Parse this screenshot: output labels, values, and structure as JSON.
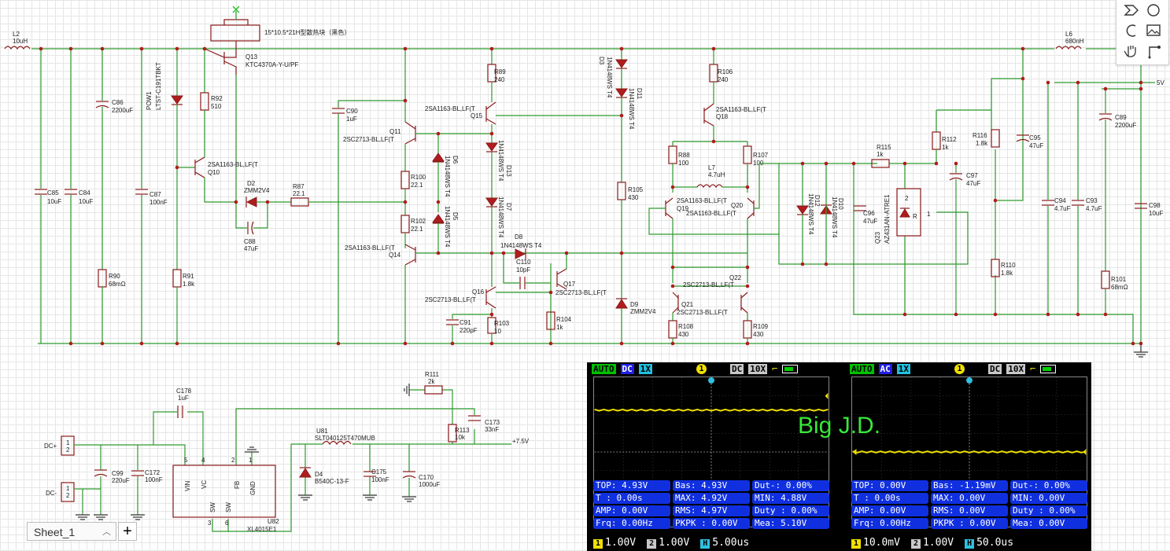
{
  "heatsink_label": "15*10.5*21H型散热块（黑色）",
  "top_components": {
    "L2": {
      "ref": "L2",
      "value": "10uH"
    },
    "L6": {
      "ref": "L6",
      "value": "680nH"
    },
    "Q13": {
      "ref": "Q13",
      "value": "KTC4370A-Y-U/PF"
    },
    "POW1": {
      "ref": "POW1",
      "value": "LTST-C191TBKT"
    },
    "C86": {
      "ref": "C86",
      "value": "2200uF"
    },
    "C85": {
      "ref": "C85",
      "value": "10uF"
    },
    "C84": {
      "ref": "C84",
      "value": "10uF"
    },
    "C87": {
      "ref": "C87",
      "value": "100nF"
    },
    "R92": {
      "ref": "R92",
      "value": "510"
    },
    "Q10": {
      "ref": "Q10",
      "value": "2SA1163-BL,LF(T"
    },
    "D2": {
      "ref": "D2",
      "value": "ZMM2V4"
    },
    "R87": {
      "ref": "R87",
      "value": "22.1"
    },
    "C88": {
      "ref": "C88",
      "value": "47uF"
    },
    "R90": {
      "ref": "R90",
      "value": "68mΩ"
    },
    "R91": {
      "ref": "R91",
      "value": "1.8k"
    },
    "C90": {
      "ref": "C90",
      "value": "1uF"
    },
    "Q11": {
      "ref": "Q11",
      "value": "2SC2713-BL,LF(T"
    },
    "R100": {
      "ref": "R100",
      "value": "22.1"
    },
    "R102": {
      "ref": "R102",
      "value": "22.1"
    },
    "Q14": {
      "ref": "Q14",
      "value": "2SA1163-BL,LF(T"
    },
    "D6": {
      "ref": "D6",
      "value": "1N4148WS T4"
    },
    "D5": {
      "ref": "D5",
      "value": "1N4148WS T4"
    },
    "R89": {
      "ref": "R89",
      "value": "240"
    },
    "Q15": {
      "ref": "Q15",
      "value": "2SA1163-BL,LF(T"
    },
    "D13": {
      "ref": "D13",
      "value": "1N4148WS T4"
    },
    "D7": {
      "ref": "D7",
      "value": "1N4148WS T4"
    },
    "D8": {
      "ref": "D8",
      "value": "1N4148WS T4"
    },
    "C110": {
      "ref": "C110",
      "value": "10pF"
    },
    "Q16": {
      "ref": "Q16",
      "value": "2SC2713-BL,LF(T"
    },
    "Q17": {
      "ref": "Q17",
      "value": "2SC2713-BL,LF(T"
    },
    "C91": {
      "ref": "C91",
      "value": "220pF"
    },
    "R103": {
      "ref": "R103",
      "value": "10"
    },
    "R104": {
      "ref": "R104",
      "value": "1k"
    },
    "D3": {
      "ref": "D3",
      "value": "1N4148WS T4"
    },
    "D11": {
      "ref": "D11",
      "value": "1N4148WS T4"
    },
    "R105": {
      "ref": "R105",
      "value": "430"
    },
    "D9": {
      "ref": "D9",
      "value": "ZMM2V4"
    },
    "R106": {
      "ref": "R106",
      "value": "240"
    },
    "Q18": {
      "ref": "Q18",
      "value": "2SA1163-BL,LF(T"
    },
    "R88": {
      "ref": "R88",
      "value": "100"
    },
    "R107": {
      "ref": "R107",
      "value": "100"
    },
    "L7": {
      "ref": "L7",
      "value": "4.7uH"
    },
    "Q19": {
      "ref": "Q19",
      "value": "2SA1163-BL,LF(T"
    },
    "Q20": {
      "ref": "Q20",
      "value": "2SA1163-BL,LF(T"
    },
    "Q21": {
      "ref": "Q21",
      "value": "2SC2713-BL,LF(T"
    },
    "Q22": {
      "ref": "Q22",
      "value": "2SC2713-BL,LF(T"
    },
    "R108": {
      "ref": "R108",
      "value": "430"
    },
    "R109": {
      "ref": "R109",
      "value": "430"
    },
    "D12": {
      "ref": "D12",
      "value": "1N4148WS T4"
    },
    "D10": {
      "ref": "D10",
      "value": "1N4148WS T4"
    },
    "R115": {
      "ref": "R115",
      "value": "1k"
    },
    "Q23": {
      "ref": "Q23",
      "value": "AZ431AN-ATRE1"
    },
    "C96": {
      "ref": "C96",
      "value": "47uF"
    },
    "R112": {
      "ref": "R112",
      "value": "1k"
    },
    "C97": {
      "ref": "C97",
      "value": "47uF"
    },
    "R116": {
      "ref": "R116",
      "value": "1.8k"
    },
    "C95": {
      "ref": "C95",
      "value": "47uF"
    },
    "R110": {
      "ref": "R110",
      "value": "1.8k"
    },
    "C94": {
      "ref": "C94",
      "value": "4.7uF"
    },
    "C93": {
      "ref": "C93",
      "value": "4.7uF"
    },
    "C89": {
      "ref": "C89",
      "value": "2200uF"
    },
    "R101": {
      "ref": "R101",
      "value": "68mΩ"
    },
    "C98": {
      "ref": "C98",
      "value": "10uF"
    }
  },
  "net_5v": "5V",
  "net_75v": "+7.5V",
  "bottom_components": {
    "DCP": {
      "ref": "DC+"
    },
    "DCM": {
      "ref": "DC-"
    },
    "C99": {
      "ref": "C99",
      "value": "220uF"
    },
    "C172": {
      "ref": "C172",
      "value": "100nF"
    },
    "C178": {
      "ref": "C178",
      "value": "1uF"
    },
    "U82": {
      "ref": "U82",
      "value": "XL4015E1"
    },
    "R111": {
      "ref": "R111",
      "value": "2k"
    },
    "R113": {
      "ref": "R113",
      "value": "10k"
    },
    "C173": {
      "ref": "C173",
      "value": "33nF"
    },
    "U81": {
      "ref": "U81",
      "value": "SLT040125T470MUB"
    },
    "D4": {
      "ref": "D4",
      "value": "B540C-13-F"
    },
    "C175": {
      "ref": "C175",
      "value": "100nF"
    },
    "C170": {
      "ref": "C170",
      "value": "1000uF"
    }
  },
  "ic_pins": {
    "vin": "VIN",
    "vc": "VC",
    "fb": "FB",
    "gnd": "GND",
    "sw1": "SW",
    "sw2": "SW",
    "p5": "5",
    "p4": "4",
    "p2": "2",
    "p1": "1",
    "p3": "3",
    "p6": "6"
  },
  "pin_labels": {
    "one": "1",
    "two": "2"
  },
  "toolbox": {
    "icons": [
      "wire-tool",
      "circle-tool",
      "arc-tool",
      "image-tool",
      "hand-tool",
      "pin-tool"
    ]
  },
  "sheet": {
    "tab_label": "Sheet_1",
    "add_label": "+"
  },
  "scope": {
    "watermark": "Big J.D.",
    "left": {
      "mode": "AUTO",
      "coupling": "DC",
      "probe": "1X",
      "channel": "1",
      "coupling2": "DC",
      "probe2": "10X",
      "measurements": [
        [
          "TOP: 4.93V",
          "Bas: 4.93V",
          "Dut-: 0.00%"
        ],
        [
          "T : 0.00s",
          "MAX: 4.92V",
          "MIN: 4.88V"
        ],
        [
          "AMP: 0.00V",
          "RMS: 4.97V",
          "Duty : 0.00%"
        ],
        [
          "Frq: 0.00Hz",
          "PKPK : 0.00V",
          "Mea: 5.10V"
        ]
      ],
      "footer": {
        "ch1": "1.00V",
        "ch2": "1.00V",
        "time": "5.00us"
      },
      "trace_level": 0.78
    },
    "right": {
      "mode": "AUTO",
      "coupling": "AC",
      "probe": "1X",
      "channel": "1",
      "coupling2": "DC",
      "probe2": "10X",
      "measurements": [
        [
          "TOP: 0.00V",
          "Bas: -1.19mV",
          "Dut-: 0.00%"
        ],
        [
          "T : 0.00s",
          "MAX: 0.00V",
          "MIN: 0.00V"
        ],
        [
          "AMP: 0.00V",
          "RMS: 0.00V",
          "Duty : 0.00%"
        ],
        [
          "Frq: 0.00Hz",
          "PKPK : 0.00V",
          "Mea: 0.00V"
        ]
      ],
      "footer": {
        "ch1": "10.0mV",
        "ch2": "1.00V",
        "time": "50.0us"
      },
      "trace_level": 0.5
    },
    "ch_labels": {
      "one": "1",
      "two": "2",
      "h": "H"
    }
  }
}
